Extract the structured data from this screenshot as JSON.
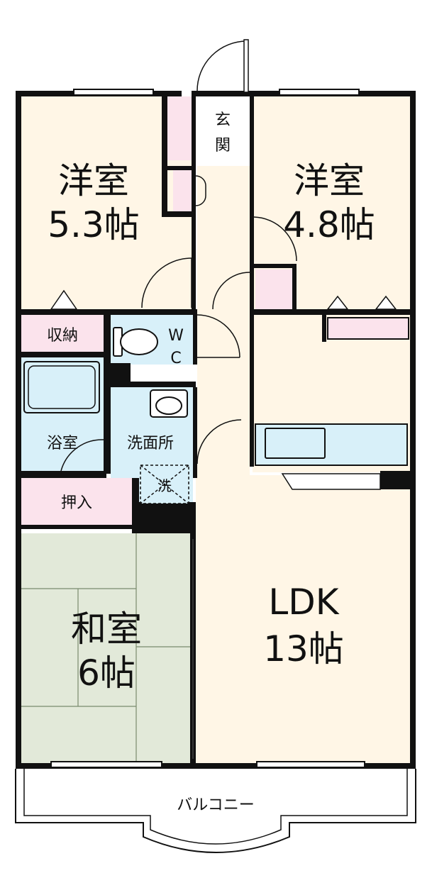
{
  "plan": {
    "rooms": {
      "western_room_1": {
        "name": "洋室",
        "size": "5.3帖"
      },
      "western_room_2": {
        "name": "洋室",
        "size": "4.8帖"
      },
      "entrance": {
        "name_line1": "玄",
        "name_line2": "関"
      },
      "storage": {
        "name": "収納"
      },
      "wc": {
        "line1": "W",
        "line2": "C"
      },
      "bath": {
        "name": "浴室"
      },
      "washroom": {
        "name": "洗面所"
      },
      "washer": {
        "name": "洗"
      },
      "closet": {
        "name": "押入"
      },
      "japanese_room": {
        "name": "和室",
        "size": "6帖"
      },
      "ldk": {
        "name": "LDK",
        "size": "13帖"
      },
      "balcony": {
        "name": "バルコニー"
      }
    },
    "colors": {
      "wall": "#111111",
      "floor_western": "#fff6e6",
      "floor_storage": "#fbe3ec",
      "floor_wet": "#d8f0f9",
      "floor_tatami": "#e2e9d9",
      "balcony": "#ffffff"
    }
  }
}
